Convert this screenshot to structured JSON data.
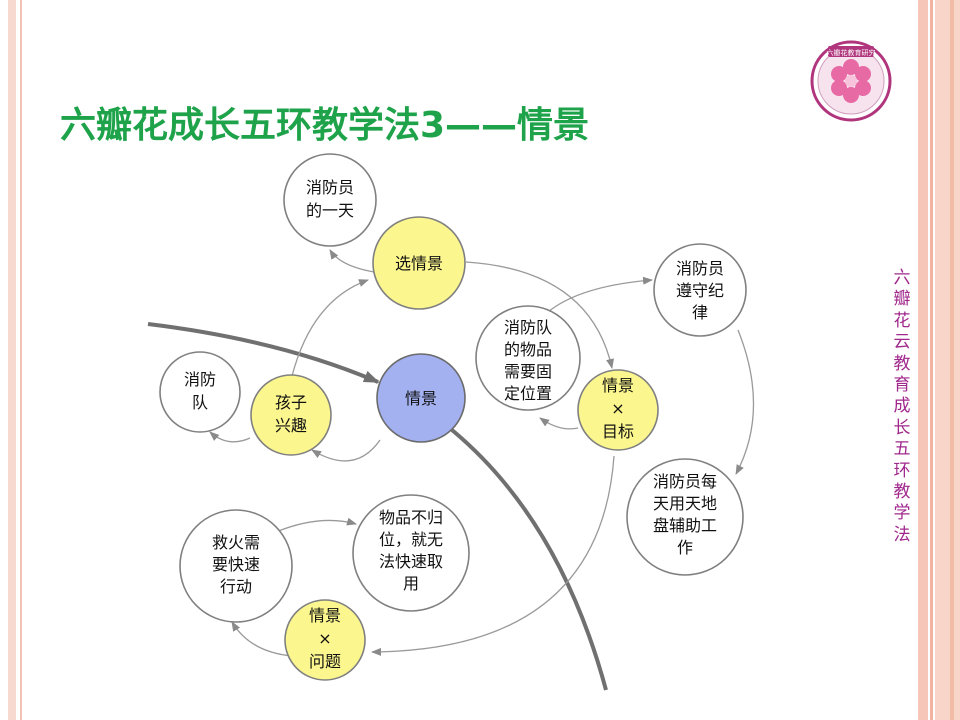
{
  "title": "六瓣花成长五环教学法3——情景",
  "side_text": "六瓣花云教育成长五环教学法",
  "logo": {
    "text": "六瓣花教育研究",
    "color": "#b0357d"
  },
  "colors": {
    "title": "#1ea34a",
    "side_text": "#a0288c",
    "yellow_node": "#fbf68e",
    "blue_node": "#a3b1f0"
  },
  "nodes": {
    "xiaofangyuan_day": [
      "消防员",
      "的一天"
    ],
    "xuan_qingjing": [
      "选情景"
    ],
    "xiaofangdui": [
      "消防",
      "队"
    ],
    "haizi_xingqu": [
      "孩子",
      "兴趣"
    ],
    "qingjing": [
      "情景"
    ],
    "wupin_guding": [
      "消防队",
      "的物品",
      "需要固",
      "定位置"
    ],
    "qingjing_mubiao": [
      "情景",
      "×",
      "目标"
    ],
    "zunshou_jilu": [
      "消防员",
      "遵守纪",
      "律"
    ],
    "meitian_gongzuo": [
      "消防员每",
      "天用天地",
      "盘辅助工",
      "作"
    ],
    "jiuhuo_kuaisu": [
      "救火需",
      "要快速",
      "行动"
    ],
    "wupin_buguiwei": [
      "物品不归",
      "位，就无",
      "法快速取",
      "用"
    ],
    "qingjing_wenti": [
      "情景",
      "×",
      "问题"
    ]
  }
}
